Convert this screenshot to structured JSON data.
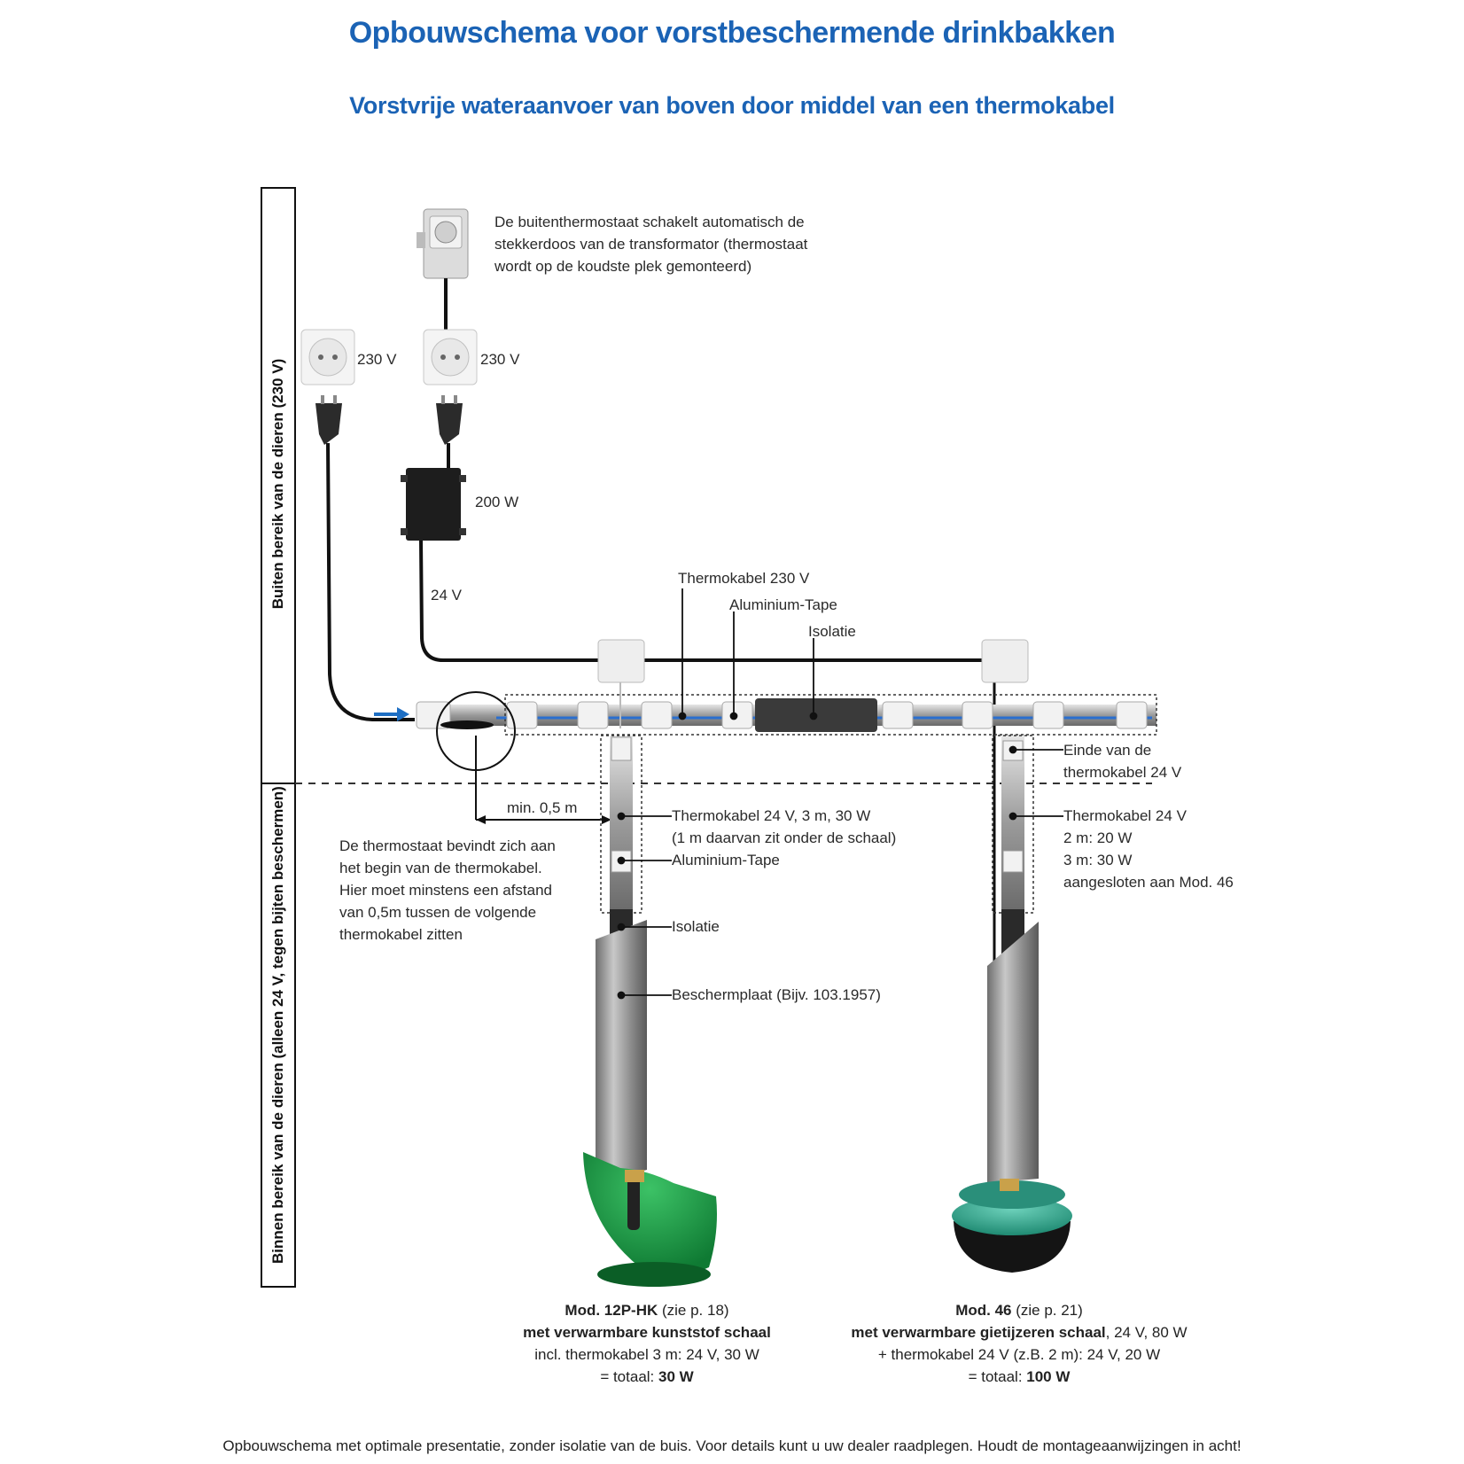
{
  "title": "Opbouwschema voor vorstbeschermende drinkbakken",
  "subtitle": "Vorstvrije wateraanvoer van boven door middel van een thermokabel",
  "zones": {
    "outside": "Buiten bereik van de dieren (230 V)",
    "inside": "Binnen bereik van de dieren (alleen 24 V, tegen bijten beschermen)"
  },
  "labels": {
    "outdoor_thermostat": [
      "De buitenthermostaat schakelt automatisch de",
      "stekkerdoos van de transformator (thermostaat",
      "wordt op de koudste plek gemonteerd)"
    ],
    "socket_left_voltage": "230 V",
    "socket_right_voltage": "230 V",
    "transformer_power": "200 W",
    "low_voltage": "24 V",
    "thermocable_230": "Thermokabel 230 V",
    "alu_tape_top": "Aluminium-Tape",
    "insulation_top": "Isolatie",
    "min_distance": "min. 0,5 m",
    "thermostat_note": [
      "De thermostaat bevindt zich aan",
      "het begin van de thermokabel.",
      "Hier moet minstens een afstand",
      "van 0,5m tussen de volgende",
      "thermokabel zitten"
    ],
    "thermocable_24_left": [
      "Thermokabel 24 V, 3 m, 30 W",
      "(1 m daarvan zit onder de schaal)"
    ],
    "alu_tape_left": "Aluminium-Tape",
    "insulation_left": "Isolatie",
    "protection_plate": "Beschermplaat (Bijv. 103.1957)",
    "cable_end": [
      "Einde van de",
      "thermokabel 24 V"
    ],
    "thermocable_24_right": [
      "Thermokabel 24 V",
      "2 m: 20 W",
      "3 m: 30 W",
      "aangesloten aan Mod. 46"
    ]
  },
  "model_left": {
    "name": "Mod. 12P-HK",
    "ref": " (zie p. 18)",
    "desc": "met verwarmbare kunststof schaal",
    "incl": "incl. thermokabel 3 m: 24 V, 30 W",
    "total_prefix": "= totaal: ",
    "total": "30 W"
  },
  "model_right": {
    "name": "Mod. 46",
    "ref": " (zie p. 21)",
    "desc": "met verwarmbare gietijzeren schaal",
    "desc_suffix": ", 24 V, 80 W",
    "incl": "+ thermokabel 24 V (z.B. 2 m): 24 V, 20 W",
    "total_prefix": "= totaal: ",
    "total": "100 W"
  },
  "footer": "Opbouwschema met optimale presentatie, zonder isolatie van de buis. Voor details kunt u uw dealer raadplegen. Houdt de montageaanwijzingen in acht!",
  "colors": {
    "title": "#1b63b5",
    "water_arrow": "#1e6fc4",
    "bowl_left": "#1e9a45",
    "bowl_right": "#2f9e8a"
  }
}
